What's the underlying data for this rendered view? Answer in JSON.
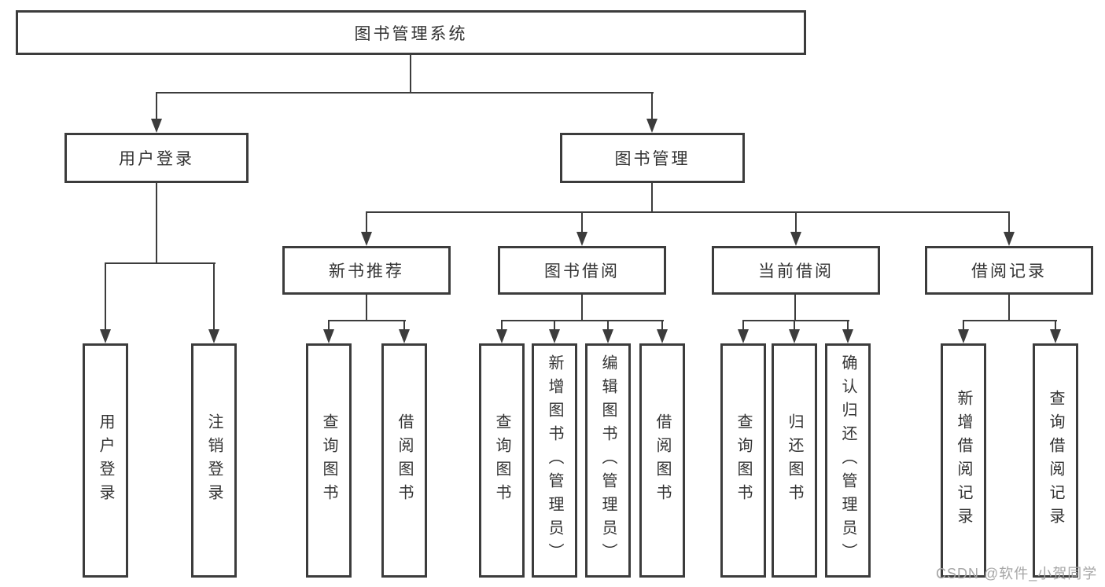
{
  "page": {
    "watermark": "CSDN @软件_小贺同学",
    "colors": {
      "line": "#3c3c3c",
      "text": "#333333",
      "watermark": "#a6a6a6",
      "background": "#ffffff"
    }
  },
  "tree": {
    "root": {
      "label": "图书管理系统",
      "children": [
        {
          "label": "用户登录",
          "children": [
            {
              "label": "用户登录"
            },
            {
              "label": "注销登录"
            }
          ]
        },
        {
          "label": "图书管理",
          "children": [
            {
              "label": "新书推荐",
              "children": [
                {
                  "label": "查询图书"
                },
                {
                  "label": "借阅图书"
                }
              ]
            },
            {
              "label": "图书借阅",
              "children": [
                {
                  "label": "查询图书"
                },
                {
                  "label": "新增图书（管理员）"
                },
                {
                  "label": "编辑图书（管理员）"
                },
                {
                  "label": "借阅图书"
                }
              ]
            },
            {
              "label": "当前借阅",
              "children": [
                {
                  "label": "查询图书"
                },
                {
                  "label": "归还图书"
                },
                {
                  "label": "确认归还（管理员）"
                }
              ]
            },
            {
              "label": "借阅记录",
              "children": [
                {
                  "label": "新增借阅记录"
                },
                {
                  "label": "查询借阅记录"
                }
              ]
            }
          ]
        }
      ]
    }
  }
}
